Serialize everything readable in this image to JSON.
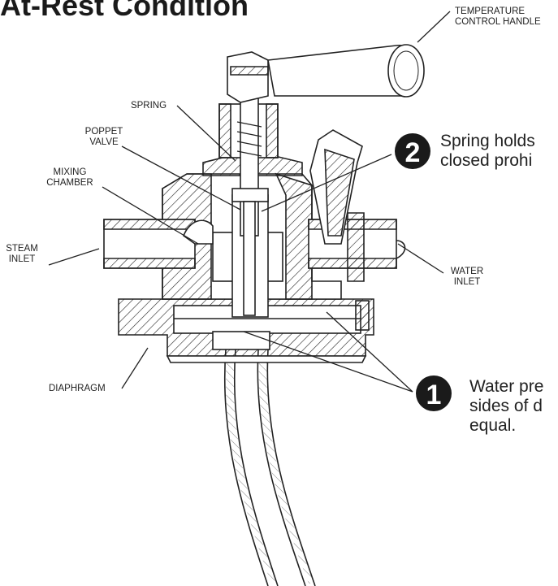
{
  "title": "At-Rest Condition",
  "labels": {
    "temperature_handle": "TEMPERATURE\nCONTROL HANDLE",
    "spring": "SPRING",
    "poppet_valve": "POPPET\nVALVE",
    "mixing_chamber": "MIXING\nCHAMBER",
    "steam_inlet": "STEAM\nINLET",
    "water_inlet": "WATER\nINLET",
    "diaphragm": "DIAPHRAGM"
  },
  "callouts": [
    {
      "number": "1",
      "text": "Water pre\nsides of d\nequal."
    },
    {
      "number": "2",
      "text": "Spring holds\nclosed prohi"
    }
  ],
  "colors": {
    "ink": "#1a1a1a",
    "badge": "#1a1a1a"
  }
}
